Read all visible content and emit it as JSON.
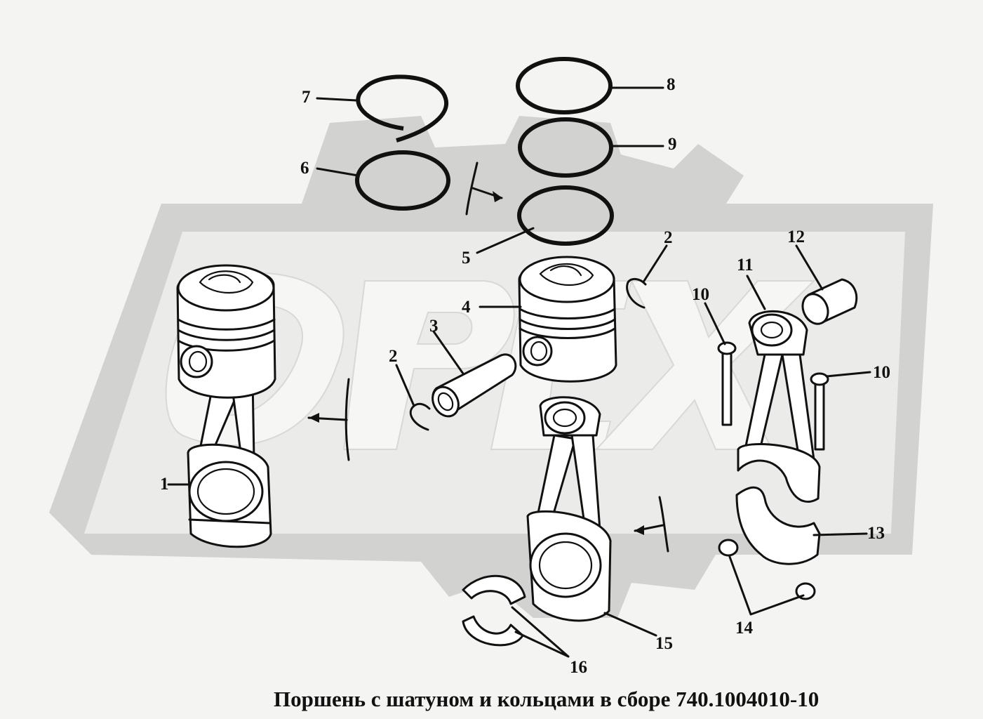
{
  "caption": "Поршень с шатуном и кольцами в сборе 740.1004010-10",
  "watermark": {
    "color": "#d2d2d0"
  },
  "callouts": [
    "1",
    "2",
    "2",
    "3",
    "4",
    "5",
    "6",
    "7",
    "8",
    "9",
    "10",
    "10",
    "11",
    "12",
    "13",
    "14",
    "15",
    "16"
  ]
}
